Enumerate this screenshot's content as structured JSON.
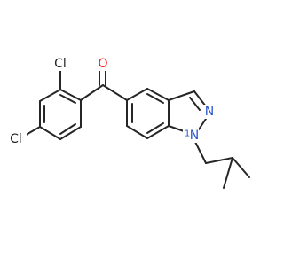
{
  "molecule": {
    "colors": {
      "bond": "#262626",
      "O": "#ff0d0d",
      "Cl": "#1f1f1f",
      "N": "#2a55cc"
    },
    "atom_labels": {
      "oxygen": "O",
      "chlorine_top": "Cl",
      "chlorine_left": "Cl",
      "nitrogen_ring": "N",
      "nitrogen_alkyl": "N",
      "nitrogen_alkyl_locant": "1"
    }
  }
}
